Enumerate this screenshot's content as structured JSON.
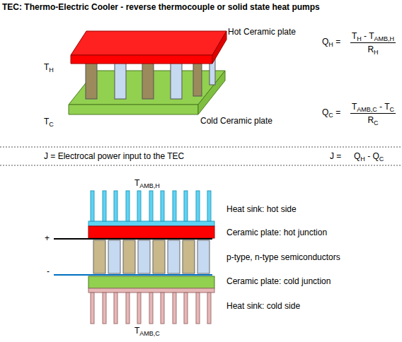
{
  "diagram": {
    "title": "TEC: Thermo-Electric Cooler - reverse thermocouple or solid state heat pumps",
    "labels": [
      "Hot Ceramic plate",
      "TH",
      "TC",
      "Cold Ceramic plate",
      "QH =",
      "TH - TAMB,H",
      "RH",
      "QC =",
      "TAMB,C - TC",
      "RC",
      "J = Electrocal power input to the TEC",
      "J =",
      "QH - QC",
      "TAMB,H",
      "Heat sink: hot side",
      "Ceramic plate: hot junction",
      "+",
      "p-type, n-type semiconductors",
      "-",
      "Ceramic plate: cold junction",
      "Heat sink: cold side",
      "TAMB,C"
    ]
  }
}
